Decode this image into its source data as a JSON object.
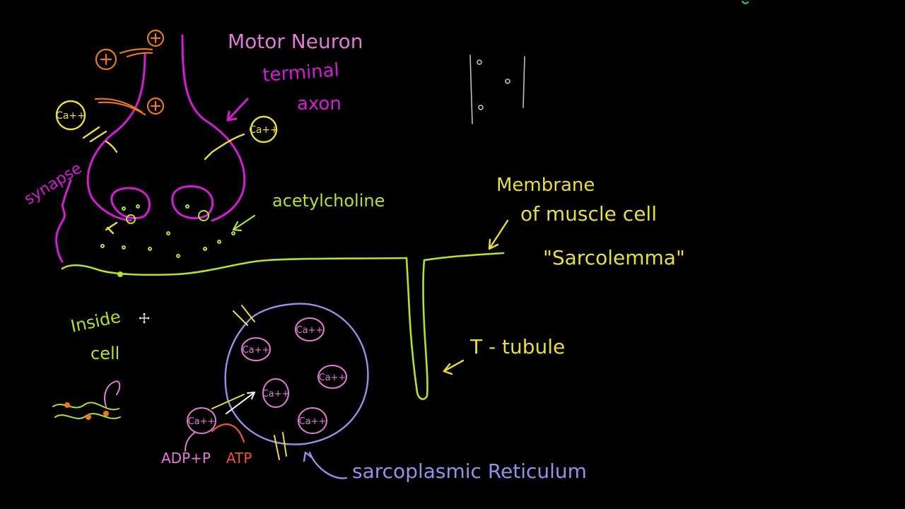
{
  "labels": {
    "motor_neuron": "Motor Neuron",
    "terminal": "terminal",
    "axon": "axon",
    "synapse": "synapse",
    "acetylcholine": "acetylcholine",
    "membrane": "Membrane",
    "of_muscle_cell": "of muscle cell",
    "sarcolemma": "\"Sarcolemma\"",
    "inside": "Inside",
    "cell": "cell",
    "t_tubule": "T - tubule",
    "sarcoplasmic_reticulum": "sarcoplasmic  Reticulum",
    "adp_p": "ADP+P",
    "atp": "ATP"
  },
  "ions": {
    "calcium": "Ca++",
    "positive": "+"
  },
  "colors": {
    "background": "#000000",
    "neuron": "#d61bd6",
    "label_yellow": "#e8df3a",
    "membrane_green": "#b5e02c",
    "ion_orange": "#e8791f",
    "reticulum_purple": "#9a8fe8",
    "ion_pink": "#e27ad6",
    "atp_red": "#f0533a",
    "white": "#ffffff",
    "grey": "#bfbfbf"
  },
  "icons": {
    "cursor": "crosshair-move-icon"
  }
}
